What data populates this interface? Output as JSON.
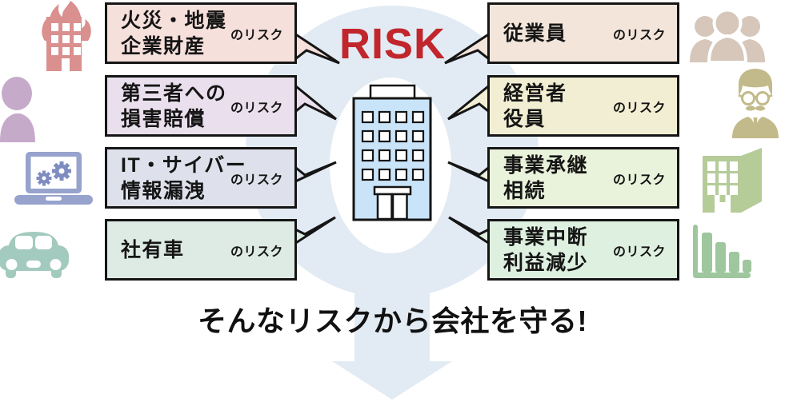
{
  "header": {
    "risk_label": "RISK",
    "risk_color": "#c1262c"
  },
  "center": {
    "icon": "office-building-icon",
    "circle_color": "#e2ebf3",
    "building_color": "#c9e4f8"
  },
  "boxes": {
    "left": [
      {
        "label_lines": [
          "火災・地震",
          "企業財産"
        ],
        "suffix": "のリスク",
        "bg_color": "#f6e0dc",
        "icon": "fire-building-icon"
      },
      {
        "label_lines": [
          "第三者への",
          "損害賠償"
        ],
        "suffix": "のリスク",
        "bg_color": "#eadfec",
        "icon": "person-icon"
      },
      {
        "label_lines": [
          "IT・サイバー",
          "情報漏洩"
        ],
        "suffix": "のリスク",
        "bg_color": "#dee1eb",
        "icon": "laptop-gears-icon"
      },
      {
        "label_lines": [
          "社有車"
        ],
        "suffix": "のリスク",
        "bg_color": "#ddebe4",
        "icon": "car-icon"
      }
    ],
    "right": [
      {
        "label_lines": [
          "従業員"
        ],
        "suffix": "のリスク",
        "bg_color": "#f3e5da",
        "icon": "employees-group-icon"
      },
      {
        "label_lines": [
          "経営者",
          "役員"
        ],
        "suffix": "のリスク",
        "bg_color": "#f2eed3",
        "icon": "executive-icon"
      },
      {
        "label_lines": [
          "事業承継",
          "相続"
        ],
        "suffix": "のリスク",
        "bg_color": "#e9f2da",
        "icon": "building-3d-icon"
      },
      {
        "label_lines": [
          "事業中断",
          "利益減少"
        ],
        "suffix": "のリスク",
        "bg_color": "#def0df",
        "icon": "declining-bar-chart-icon"
      }
    ]
  },
  "footer": {
    "message": "そんなリスクから会社を守る!"
  }
}
